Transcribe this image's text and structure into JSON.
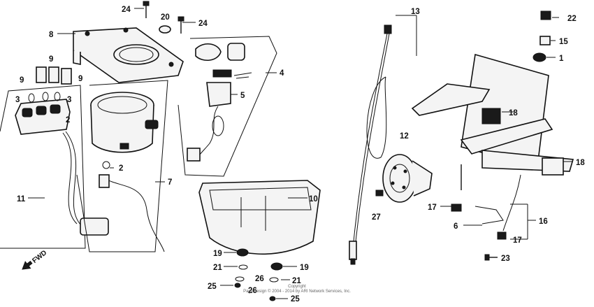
{
  "diagram": {
    "callouts": {
      "c1": "1",
      "c2a": "2",
      "c2b": "2",
      "c3a": "3",
      "c3b": "3",
      "c4": "4",
      "c5": "5",
      "c6": "6",
      "c7": "7",
      "c8": "8",
      "c9a": "9",
      "c9b": "9",
      "c9c": "9",
      "c10": "10",
      "c11": "11",
      "c12": "12",
      "c13": "13",
      "c15": "15",
      "c16": "16",
      "c17a": "17",
      "c17b": "17",
      "c18a": "18",
      "c18b": "18",
      "c19a": "19",
      "c19b": "19",
      "c20": "20",
      "c21a": "21",
      "c21b": "21",
      "c22": "22",
      "c23": "23",
      "c24a": "24",
      "c24b": "24",
      "c25a": "25",
      "c25b": "25",
      "c26a": "26",
      "c26b": "26",
      "c27": "27"
    },
    "direction_label": "FWD",
    "copyright_line1": "Copyright",
    "copyright_line2": "Page design © 2004 - 2014 by ARI Network Services, Inc."
  }
}
